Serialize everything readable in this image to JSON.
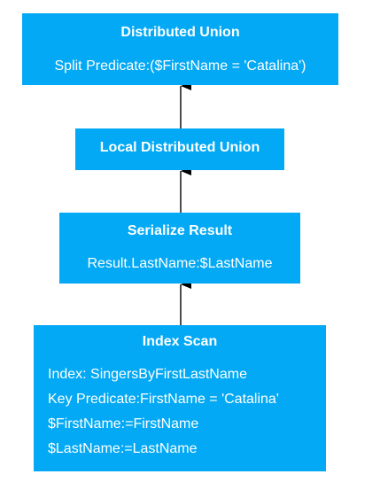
{
  "nodes": [
    {
      "title": "Distributed Union",
      "lines": [
        "Split Predicate:($FirstName = 'Catalina')"
      ]
    },
    {
      "title": "Local Distributed Union",
      "lines": []
    },
    {
      "title": "Serialize Result",
      "lines": [
        "Result.LastName:$LastName"
      ]
    },
    {
      "title": "Index Scan",
      "lines": [
        "Index: SingersByFirstLastName",
        "Key Predicate:FirstName = 'Catalina'",
        "$FirstName:=FirstName",
        "$LastName:=LastName"
      ]
    }
  ],
  "colors": {
    "node_fill": "#03A9F4",
    "node_text": "#ffffff",
    "edge": "#000000"
  }
}
